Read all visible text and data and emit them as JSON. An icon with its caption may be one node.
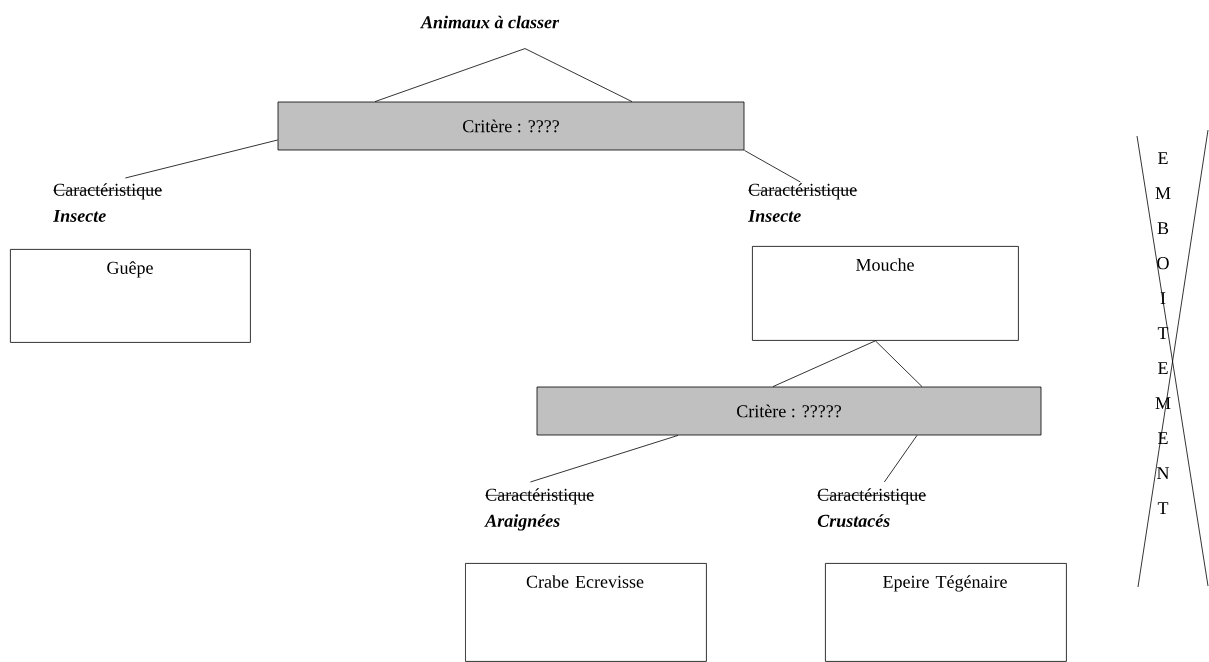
{
  "diagram": {
    "nodes": [
      {
        "text": [
          "Animaux à classer"
        ]
      },
      {
        "text": [
          "Critère : ????"
        ]
      },
      {
        "text": [
          "Caractéristique",
          "Insecte"
        ]
      },
      {
        "text": [
          "Guêpe"
        ]
      },
      {
        "text": [
          "Caractéristique",
          "Insecte"
        ]
      },
      {
        "text": [
          "Mouche"
        ]
      },
      {
        "text": [
          "Critère : ?????"
        ]
      },
      {
        "text": [
          "Caractéristique",
          "Araignées"
        ]
      },
      {
        "text": [
          "Crabe Ecrevisse"
        ]
      },
      {
        "text": [
          "Caractéristique",
          "Crustacés"
        ]
      },
      {
        "text": [
          "Epeire Tégénaire"
        ]
      }
    ],
    "edges": [
      {
        "from": 0,
        "to": 1,
        "arrow": "none"
      },
      {
        "from": 0,
        "to": 1,
        "arrow": "none"
      },
      {
        "from": 1,
        "to": 2,
        "arrow": "none"
      },
      {
        "from": 1,
        "to": 4,
        "arrow": "none"
      },
      {
        "from": 5,
        "to": 6,
        "arrow": "none"
      },
      {
        "from": 5,
        "to": 6,
        "arrow": "none"
      },
      {
        "from": 6,
        "to": 7,
        "arrow": "none"
      },
      {
        "from": 6,
        "to": 9,
        "arrow": "none"
      }
    ],
    "labels": [
      "EMBOITEMENT"
    ]
  }
}
